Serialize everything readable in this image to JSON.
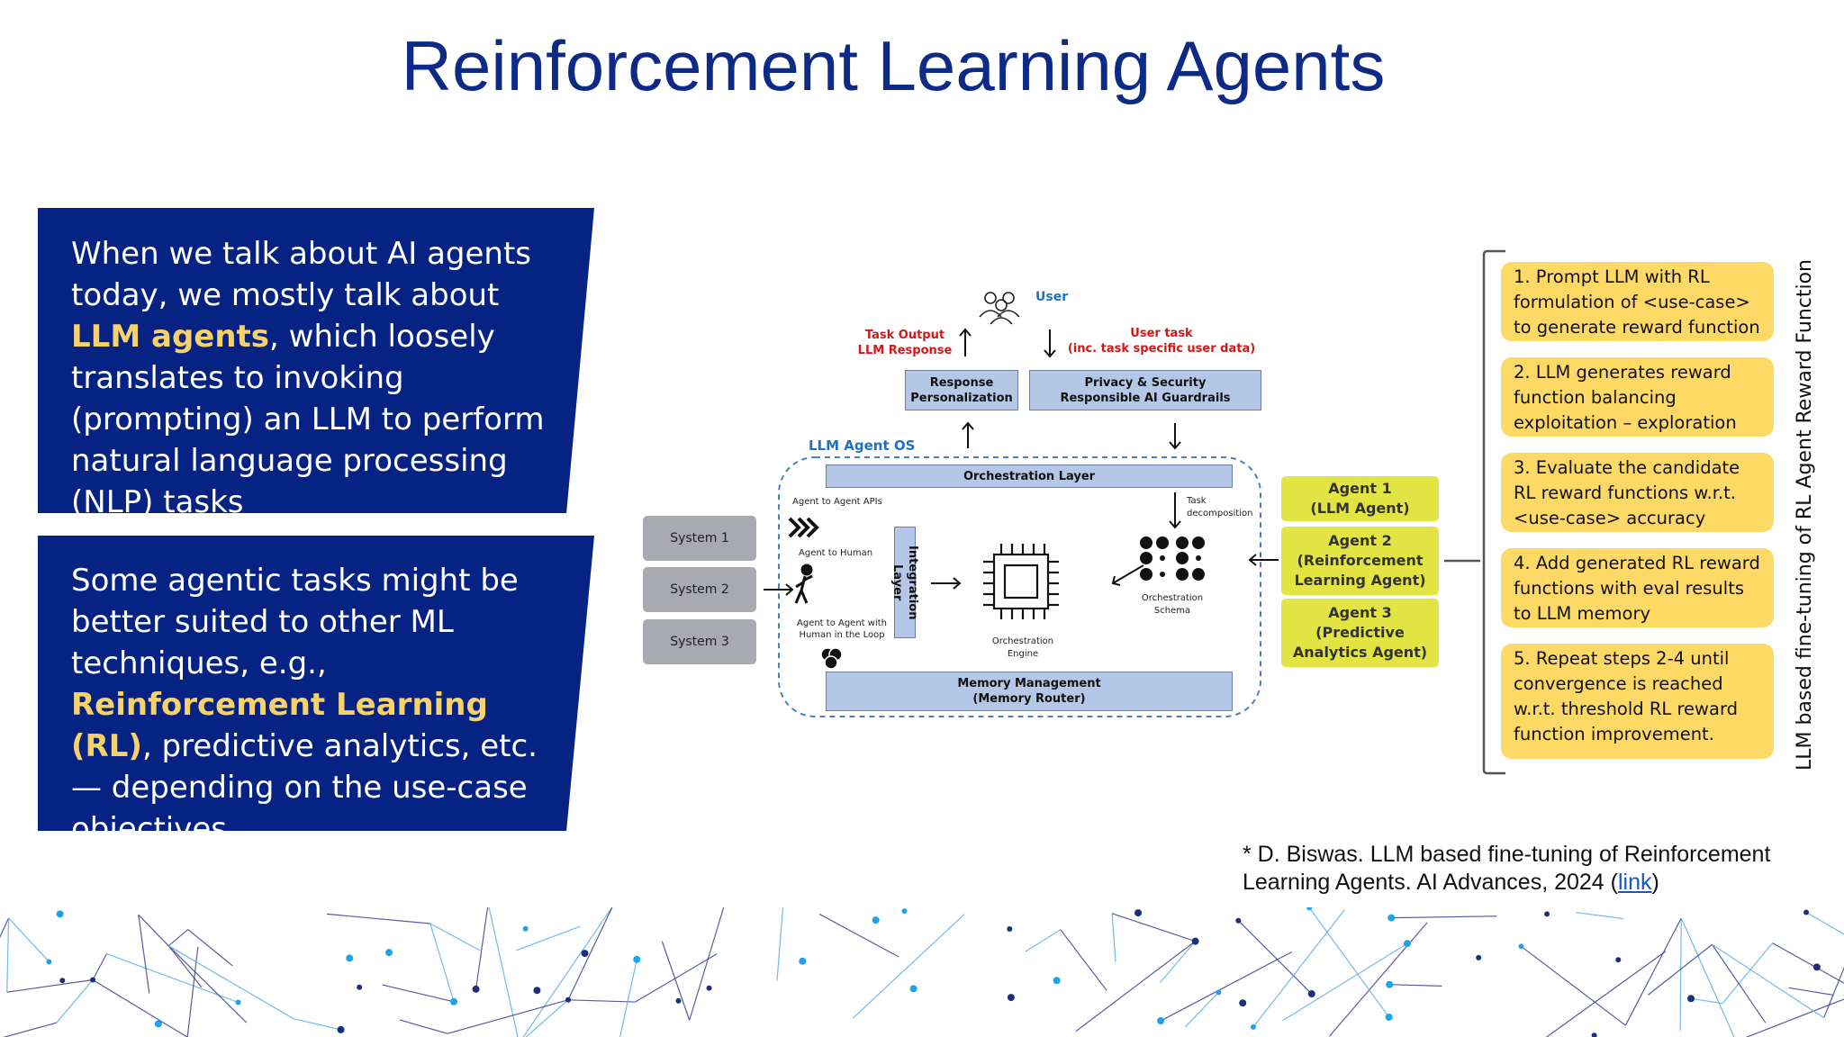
{
  "title": "Reinforcement Learning Agents",
  "panel1": {
    "t1": "When we talk about AI agents today, we mostly talk about ",
    "hl1": "LLM agents",
    "t2": ", which loosely translates to invoking (prompting) an LLM to perform natural language processing (NLP) tasks"
  },
  "panel2": {
    "t1": "Some agentic tasks might be better suited to other ML techniques, e.g., ",
    "hl1": "Reinforcement Learning (RL)",
    "t2": ", predictive analytics, etc. — depending on the use-case objectives."
  },
  "diagram": {
    "user": "User",
    "task_output": "Task Output\nLLM Response",
    "user_task": "User task\n(inc. task specific user data)",
    "response_personalization": "Response\nPersonalization",
    "privacy_security": "Privacy & Security\nResponsible AI Guardrails",
    "llm_agent_os": "LLM Agent OS",
    "orchestration_layer": "Orchestration Layer",
    "agent_to_agent_apis": "Agent to Agent APIs",
    "agent_to_human": "Agent to Human",
    "agent_human_loop": "Agent to Agent with\nHuman in the Loop",
    "integration_layer": "Integration Layer",
    "orchestration_engine": "Orchestration\nEngine",
    "task_decomposition": "Task\ndecomposition",
    "orchestration_schema": "Orchestration\nSchema",
    "memory_management": "Memory Management\n(Memory Router)",
    "systems": [
      "System 1",
      "System 2",
      "System 3"
    ],
    "agents": [
      "Agent 1\n(LLM Agent)",
      "Agent 2\n(Reinforcement\nLearning Agent)",
      "Agent 3\n(Predictive\nAnalytics Agent)"
    ]
  },
  "steps": [
    "1. Prompt LLM with RL formulation of <use-case> to generate reward function",
    "2. LLM generates reward function balancing exploitation – exploration",
    "3. Evaluate the candidate RL reward functions w.r.t. <use-case> accuracy",
    "4. Add generated RL reward functions with eval results to LLM memory",
    "5. Repeat steps 2-4 until convergence is reached w.r.t. threshold RL reward function improvement."
  ],
  "vertical_label": "LLM based  fine-tuning of RL Agent Reward Function",
  "citation": {
    "text": "* D. Biswas. LLM based fine-tuning of Reinforcement Learning Agents. AI Advances, 2024 (",
    "link": "link",
    "close": ")"
  },
  "colors": {
    "title": "#0e2a87",
    "panel": "#062282",
    "highlight": "#f7d26a",
    "step_box": "#ffd966",
    "agent_box": "#e2e444",
    "box_blue": "#b4c7e7"
  }
}
